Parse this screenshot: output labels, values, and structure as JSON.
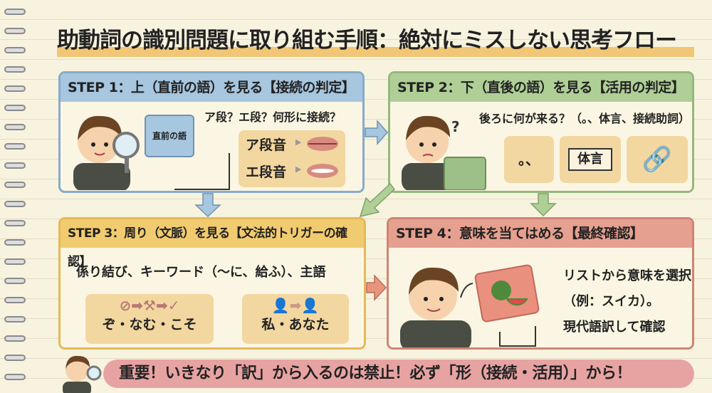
{
  "title": "助動詞の識別問題に取り組む手順：絶対にミスしない思考フロー",
  "steps": [
    {
      "header": "STEP 1：上（直前の語）を見る【接続の判定】",
      "puzzle_label": "直前の語",
      "question": "ア段？エ段？何形に接続？",
      "items": [
        "ア段音",
        "エ段音"
      ],
      "color": "#a7c6df"
    },
    {
      "header": "STEP 2：下（直後の語）を見る【活用の判定】",
      "question": "後ろに何が来る？（。、体言、接続助詞）",
      "items": [
        "。、",
        "体言"
      ],
      "color": "#afcf96"
    },
    {
      "header": "STEP 3：周り（文脈）を見る【文法的トリガーの確認】",
      "question": "係り結び、キーワード（〜に、給ふ）、主語",
      "items": [
        "ぞ・なむ・こそ",
        "私・あなた"
      ],
      "color": "#f1cb6f"
    },
    {
      "header": "STEP 4：意味を当てはめる【最終確認】",
      "lines": [
        "リストから意味を選択",
        "（例：スイカ）。",
        "現代語訳して確認"
      ],
      "color": "#e6a08f"
    }
  ],
  "footer": "重要！いきなり「訳」から入るのは禁止！必ず「形（接続・活用）」から！"
}
